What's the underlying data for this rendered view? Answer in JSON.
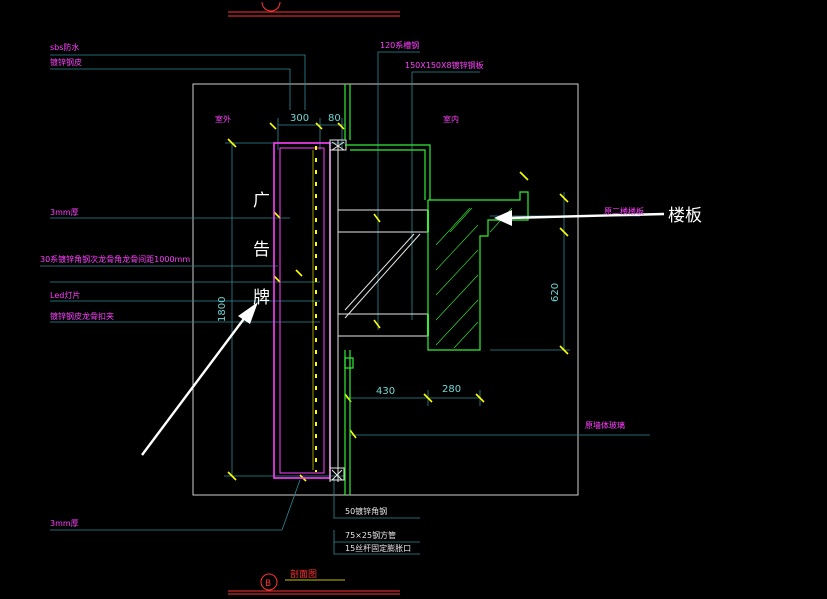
{
  "labels_left": {
    "sbs": "sbs防水",
    "plank": "镀锌钢皮",
    "m3_top": "3mm厚",
    "keel": "30系镀锌角钢次龙骨角龙骨间距1000mm",
    "led": "Led灯片",
    "steel_clip": "镀锌钢皮龙骨扣夹",
    "m3_bottom": "3mm厚"
  },
  "labels_top": {
    "ch120": "120系槽钢",
    "angle": "150X150X8镀锌钢板"
  },
  "labels_side": {
    "outdoor": "室外",
    "indoor": "室内",
    "slab_note": "原二楼楼板",
    "wall": "原墙体玻璃"
  },
  "labels_bottom": {
    "angle50": "50镀锌角钢",
    "tube": "75×25钢方管",
    "bolt": "15丝杆固定膨胀口"
  },
  "dims": {
    "w300": "300",
    "w80": "80",
    "h1800": "1800",
    "h620": "620",
    "w430": "430",
    "w280": "280"
  },
  "sign_chars": [
    "广",
    "告",
    "牌"
  ],
  "annotation_slab": "楼板",
  "title_bottom": "剖面图",
  "grid_bubble": "B"
}
